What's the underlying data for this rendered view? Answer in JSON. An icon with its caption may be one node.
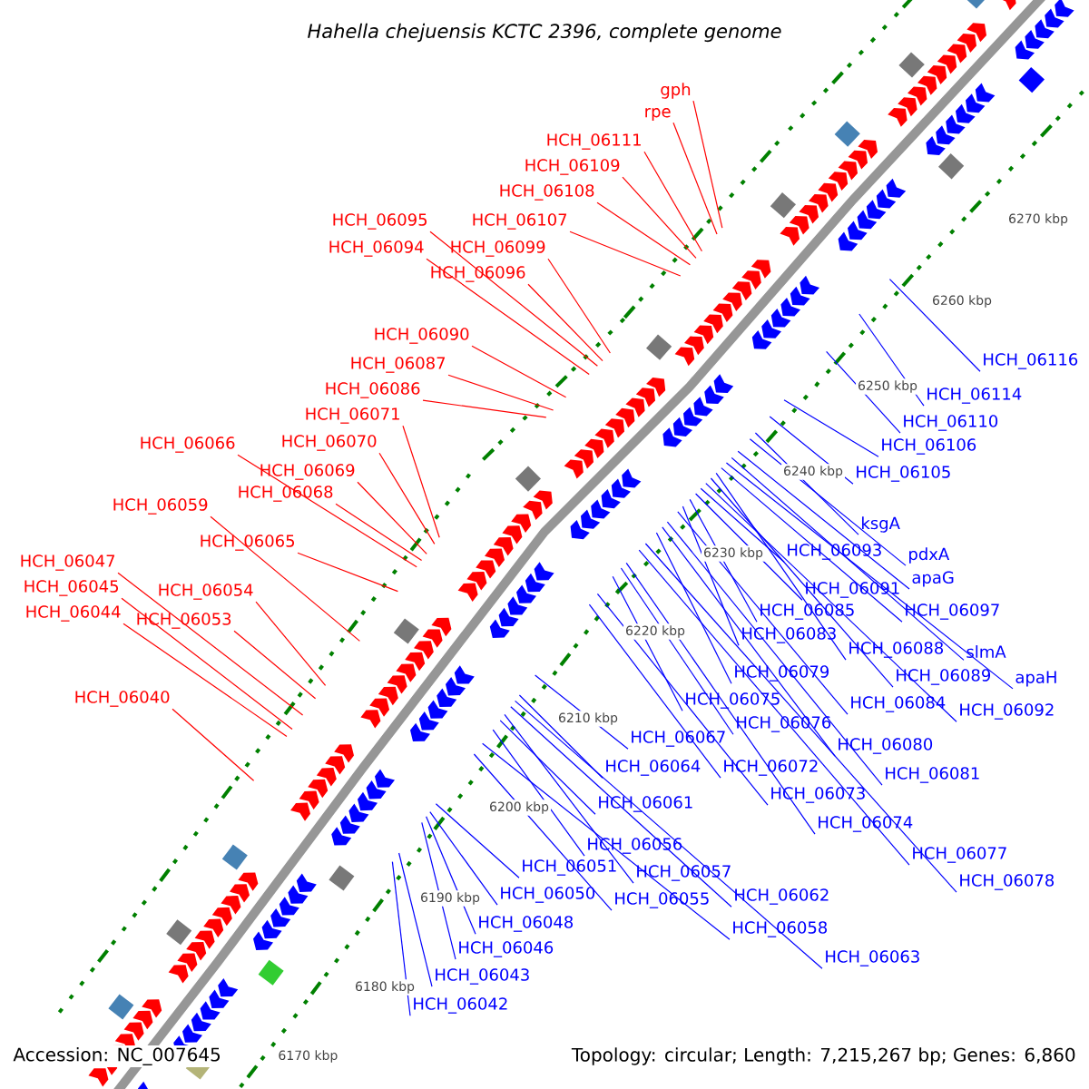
{
  "diagram": {
    "title": "Hahella chejuensis KCTC 2396, complete genome",
    "nodes": [
      {
        "text": [
          "gph"
        ]
      },
      {
        "text": [
          "rpe"
        ]
      },
      {
        "text": [
          "HCH_06111"
        ]
      },
      {
        "text": [
          "HCH_06109"
        ]
      },
      {
        "text": [
          "HCH_06108"
        ]
      },
      {
        "text": [
          "HCH_06095"
        ]
      },
      {
        "text": [
          "HCH_06107"
        ]
      },
      {
        "text": [
          "HCH_06094"
        ]
      },
      {
        "text": [
          "HCH_06099"
        ]
      },
      {
        "text": [
          "HCH_06096"
        ]
      },
      {
        "text": [
          "HCH_06090"
        ]
      },
      {
        "text": [
          "HCH_06087"
        ]
      },
      {
        "text": [
          "HCH_06086"
        ]
      },
      {
        "text": [
          "HCH_06071"
        ]
      },
      {
        "text": [
          "HCH_06070"
        ]
      },
      {
        "text": [
          "HCH_06066"
        ]
      },
      {
        "text": [
          "HCH_06069"
        ]
      },
      {
        "text": [
          "HCH_06068"
        ]
      },
      {
        "text": [
          "HCH_06059"
        ]
      },
      {
        "text": [
          "HCH_06065"
        ]
      },
      {
        "text": [
          "HCH_06047"
        ]
      },
      {
        "text": [
          "HCH_06054"
        ]
      },
      {
        "text": [
          "HCH_06045"
        ]
      },
      {
        "text": [
          "HCH_06053"
        ]
      },
      {
        "text": [
          "HCH_06044"
        ]
      },
      {
        "text": [
          "HCH_06040"
        ]
      },
      {
        "text": [
          "HCH_06116"
        ]
      },
      {
        "text": [
          "HCH_06114"
        ]
      },
      {
        "text": [
          "HCH_06110"
        ]
      },
      {
        "text": [
          "HCH_06106"
        ]
      },
      {
        "text": [
          "HCH_06105"
        ]
      },
      {
        "text": [
          "ksgA"
        ]
      },
      {
        "text": [
          "HCH_06093"
        ]
      },
      {
        "text": [
          "pdxA"
        ]
      },
      {
        "text": [
          "apaG"
        ]
      },
      {
        "text": [
          "HCH_06091"
        ]
      },
      {
        "text": [
          "HCH_06085"
        ]
      },
      {
        "text": [
          "HCH_06097"
        ]
      },
      {
        "text": [
          "HCH_06083"
        ]
      },
      {
        "text": [
          "HCH_06088"
        ]
      },
      {
        "text": [
          "slmA"
        ]
      },
      {
        "text": [
          "HCH_06079"
        ]
      },
      {
        "text": [
          "HCH_06089"
        ]
      },
      {
        "text": [
          "apaH"
        ]
      },
      {
        "text": [
          "HCH_06075"
        ]
      },
      {
        "text": [
          "HCH_06084"
        ]
      },
      {
        "text": [
          "HCH_06092"
        ]
      },
      {
        "text": [
          "HCH_06076"
        ]
      },
      {
        "text": [
          "HCH_06067"
        ]
      },
      {
        "text": [
          "HCH_06080"
        ]
      },
      {
        "text": [
          "HCH_06064"
        ]
      },
      {
        "text": [
          "HCH_06072"
        ]
      },
      {
        "text": [
          "HCH_06081"
        ]
      },
      {
        "text": [
          "HCH_06073"
        ]
      },
      {
        "text": [
          "HCH_06061"
        ]
      },
      {
        "text": [
          "HCH_06074"
        ]
      },
      {
        "text": [
          "HCH_06056"
        ]
      },
      {
        "text": [
          "HCH_06077"
        ]
      },
      {
        "text": [
          "HCH_06051"
        ]
      },
      {
        "text": [
          "HCH_06057"
        ]
      },
      {
        "text": [
          "HCH_06078"
        ]
      },
      {
        "text": [
          "HCH_06050"
        ]
      },
      {
        "text": [
          "HCH_06062"
        ]
      },
      {
        "text": [
          "HCH_06055"
        ]
      },
      {
        "text": [
          "HCH_06048"
        ]
      },
      {
        "text": [
          "HCH_06058"
        ]
      },
      {
        "text": [
          "HCH_06046"
        ]
      },
      {
        "text": [
          "HCH_06063"
        ]
      },
      {
        "text": [
          "HCH_06043"
        ]
      },
      {
        "text": [
          "HCH_06042"
        ]
      }
    ],
    "edges": [
      {
        "from": 0,
        "to": null,
        "arrow": "none",
        "color": "#ff0000"
      },
      {
        "from": 1,
        "to": null,
        "arrow": "none",
        "color": "#ff0000"
      },
      {
        "from": 2,
        "to": null,
        "arrow": "none",
        "color": "#ff0000"
      },
      {
        "from": 3,
        "to": null,
        "arrow": "none",
        "color": "#ff0000"
      },
      {
        "from": 4,
        "to": null,
        "arrow": "none",
        "color": "#ff0000"
      },
      {
        "from": 5,
        "to": null,
        "arrow": "none",
        "color": "#ff0000"
      },
      {
        "from": 6,
        "to": null,
        "arrow": "none",
        "color": "#ff0000"
      },
      {
        "from": 7,
        "to": null,
        "arrow": "none",
        "color": "#ff0000"
      },
      {
        "from": 8,
        "to": null,
        "arrow": "none",
        "color": "#ff0000"
      },
      {
        "from": 9,
        "to": null,
        "arrow": "none",
        "color": "#ff0000"
      },
      {
        "from": 10,
        "to": null,
        "arrow": "none",
        "color": "#ff0000"
      },
      {
        "from": 11,
        "to": null,
        "arrow": "none",
        "color": "#ff0000"
      },
      {
        "from": 12,
        "to": null,
        "arrow": "none",
        "color": "#ff0000"
      },
      {
        "from": 13,
        "to": null,
        "arrow": "none",
        "color": "#ff0000"
      },
      {
        "from": 14,
        "to": null,
        "arrow": "none",
        "color": "#ff0000"
      },
      {
        "from": 15,
        "to": null,
        "arrow": "none",
        "color": "#ff0000"
      },
      {
        "from": 16,
        "to": null,
        "arrow": "none",
        "color": "#ff0000"
      },
      {
        "from": 17,
        "to": null,
        "arrow": "none",
        "color": "#ff0000"
      },
      {
        "from": 18,
        "to": null,
        "arrow": "none",
        "color": "#ff0000"
      },
      {
        "from": 19,
        "to": null,
        "arrow": "none",
        "color": "#ff0000"
      },
      {
        "from": 20,
        "to": null,
        "arrow": "none",
        "color": "#ff0000"
      },
      {
        "from": 21,
        "to": null,
        "arrow": "none",
        "color": "#ff0000"
      },
      {
        "from": 22,
        "to": null,
        "arrow": "none",
        "color": "#ff0000"
      },
      {
        "from": 23,
        "to": null,
        "arrow": "none",
        "color": "#ff0000"
      },
      {
        "from": 24,
        "to": null,
        "arrow": "none",
        "color": "#ff0000"
      },
      {
        "from": 25,
        "to": null,
        "arrow": "none",
        "color": "#ff0000"
      },
      {
        "from": 26,
        "to": null,
        "arrow": "none"
      },
      {
        "from": 27,
        "to": null,
        "arrow": "none"
      },
      {
        "from": 28,
        "to": null,
        "arrow": "none"
      },
      {
        "from": 29,
        "to": null,
        "arrow": "none"
      },
      {
        "from": 30,
        "to": null,
        "arrow": "none"
      },
      {
        "from": 31,
        "to": null,
        "arrow": "none"
      },
      {
        "from": 32,
        "to": null,
        "arrow": "none"
      },
      {
        "from": 33,
        "to": null,
        "arrow": "none"
      },
      {
        "from": 34,
        "to": null,
        "arrow": "none"
      },
      {
        "from": 35,
        "to": null,
        "arrow": "none"
      },
      {
        "from": 36,
        "to": null,
        "arrow": "none"
      },
      {
        "from": 37,
        "to": null,
        "arrow": "none"
      },
      {
        "from": 38,
        "to": null,
        "arrow": "none"
      },
      {
        "from": 39,
        "to": null,
        "arrow": "none"
      },
      {
        "from": 40,
        "to": null,
        "arrow": "none"
      },
      {
        "from": 41,
        "to": null,
        "arrow": "none"
      },
      {
        "from": 42,
        "to": null,
        "arrow": "none"
      },
      {
        "from": 43,
        "to": null,
        "arrow": "none"
      },
      {
        "from": 44,
        "to": null,
        "arrow": "none"
      },
      {
        "from": 45,
        "to": null,
        "arrow": "none"
      },
      {
        "from": 46,
        "to": null,
        "arrow": "none"
      },
      {
        "from": 47,
        "to": null,
        "arrow": "none"
      },
      {
        "from": 48,
        "to": null,
        "arrow": "none"
      },
      {
        "from": 49,
        "to": null,
        "arrow": "none"
      },
      {
        "from": 50,
        "to": null,
        "arrow": "none"
      },
      {
        "from": 51,
        "to": null,
        "arrow": "none"
      },
      {
        "from": 52,
        "to": null,
        "arrow": "none"
      },
      {
        "from": 53,
        "to": null,
        "arrow": "none"
      },
      {
        "from": 54,
        "to": null,
        "arrow": "none"
      },
      {
        "from": 55,
        "to": null,
        "arrow": "none"
      },
      {
        "from": 56,
        "to": null,
        "arrow": "none"
      },
      {
        "from": 57,
        "to": null,
        "arrow": "none"
      },
      {
        "from": 58,
        "to": null,
        "arrow": "none"
      },
      {
        "from": 59,
        "to": null,
        "arrow": "none"
      },
      {
        "from": 60,
        "to": null,
        "arrow": "none"
      },
      {
        "from": 61,
        "to": null,
        "arrow": "none"
      },
      {
        "from": 62,
        "to": null,
        "arrow": "none"
      },
      {
        "from": 63,
        "to": null,
        "arrow": "none"
      },
      {
        "from": 64,
        "to": null,
        "arrow": "none"
      },
      {
        "from": 65,
        "to": null,
        "arrow": "none"
      },
      {
        "from": 66,
        "to": null,
        "arrow": "none"
      },
      {
        "from": 67,
        "to": null,
        "arrow": "none"
      },
      {
        "from": 68,
        "to": null,
        "arrow": "none"
      },
      {
        "from": 69,
        "to": null,
        "arrow": "none"
      }
    ],
    "labels": [
      "6270 kbp",
      "6260 kbp",
      "6250 kbp",
      "6240 kbp",
      "6230 kbp",
      "6220 kbp",
      "6210 kbp",
      "6200 kbp",
      "6190 kbp",
      "6180 kbp",
      "6170 kbp",
      "Accession: NC_007645",
      "Topology: circular; Length: 7,215,267 bp; Genes: 6,860"
    ]
  }
}
